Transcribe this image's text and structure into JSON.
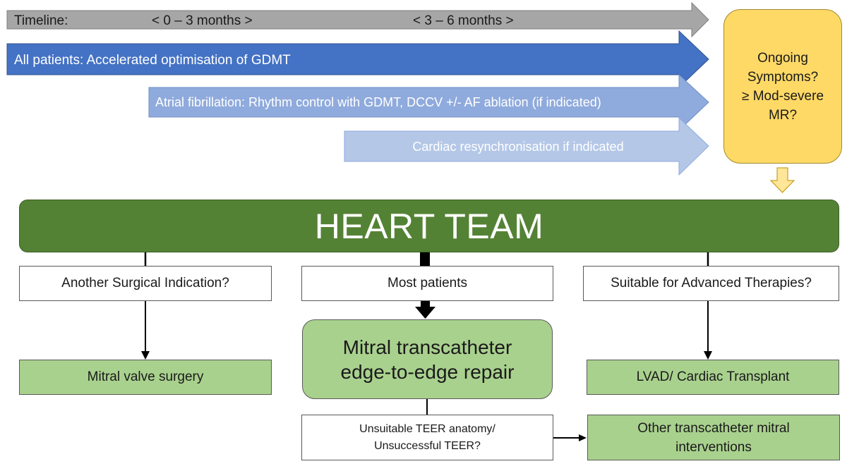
{
  "timeline": {
    "label": "Timeline:",
    "period_1": "< 0 – 3 months >",
    "period_2": "< 3 – 6 months >"
  },
  "arrows": {
    "all_patients": "All patients: Accelerated optimisation of GDMT",
    "atrial_fibrillation": "Atrial fibrillation: Rhythm control with GDMT, DCCV +/- AF ablation (if indicated)",
    "cardiac_resync": "Cardiac resynchronisation if indicated"
  },
  "assessment": {
    "text": "Ongoing\nSymptoms?\n≥ Mod-severe\nMR?"
  },
  "heart_team": {
    "label": "HEART TEAM"
  },
  "branches": {
    "surgical_question": "Another Surgical Indication?",
    "most_patients": "Most patients",
    "advanced_question": "Suitable for Advanced Therapies?"
  },
  "outcomes": {
    "mitral_surgery": "Mitral valve surgery",
    "teer": "Mitral transcatheter\nedge-to-edge repair",
    "lvad": "LVAD/ Cardiac Transplant",
    "unsuitable_question": "Unsuitable TEER anatomy/\nUnsuccessful TEER?",
    "other_interventions": "Other transcatheter mitral\ninterventions"
  },
  "colors": {
    "timeline_gray": "#a6a6a6",
    "gdmt_blue": "#4472c4",
    "af_blue": "#8faadc",
    "crt_blue": "#b4c7e7",
    "heart_team_green": "#548235",
    "outcome_green": "#a9d18e",
    "assessment_yellow": "#ffd966"
  }
}
